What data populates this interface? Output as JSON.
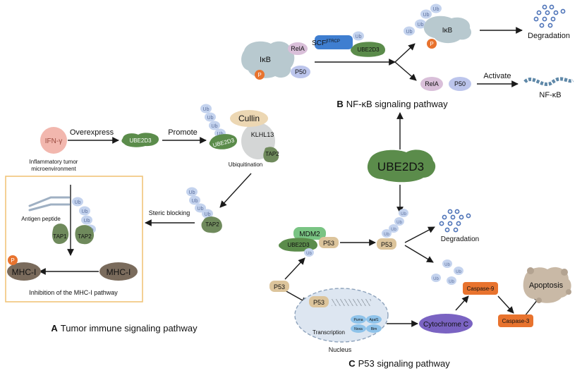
{
  "colors": {
    "green": "#5b8c4b",
    "ub": "#c4d3ee",
    "ub_text": "#5a6e9c",
    "beige": "#dcc49b",
    "orange": "#e8732e",
    "purple": "#7a63c2",
    "brown": "#7a6b5c",
    "box_border": "#f2c57a",
    "scf_blue": "#3f7ed0",
    "mdm2_green": "#79c483",
    "ikb_gray": "#b8c9cf"
  },
  "common": {
    "ub": "Ub",
    "p": "P",
    "ube2d3": "UBE2D3",
    "p53": "P53",
    "p50": "P50",
    "rela": "RelA",
    "ikb": "IκB",
    "degradation": "Degradation"
  },
  "panel_a": {
    "ifn": "IFN-γ",
    "inflam_line1": "Inflammatory tumor",
    "inflam_line2": "microenvironment",
    "overexpress": "Overexpress",
    "promote": "Promote",
    "cullin": "Cullin",
    "klhl13": "KLHL13",
    "tap2": "TAP2",
    "tap1": "TAP1",
    "ubiquitination": "Ubiquitination",
    "steric_blocking": "Steric blocking",
    "antigen_peptide": "Antigen peptide",
    "mhc": "MHC-I",
    "inhibition": "Inhibition of the MHC-I pathway",
    "caption_letter": "A",
    "caption_text": "Tumor immune signaling pathway"
  },
  "panel_b": {
    "scf": "SCF",
    "scf_sup": "βTRCP",
    "activate": "Activate",
    "nfkb": "NF-κB",
    "caption_letter": "B",
    "caption_text": "NF-κB signaling pathway"
  },
  "center": {
    "label": "UBE2D3"
  },
  "panel_c": {
    "mdm2": "MDM2",
    "transcription": "Transcription",
    "puma": "Puma",
    "apaf1": "Apaf1",
    "noxa": "Noxa",
    "bim": "Bim",
    "nucleus": "Nucleus",
    "cytochrome": "Cytochrome C",
    "caspase9": "Caspase-9",
    "caspase3": "Caspase-3",
    "apoptosis": "Apoptosis",
    "caption_letter": "C",
    "caption_text": "P53 signaling pathway"
  }
}
